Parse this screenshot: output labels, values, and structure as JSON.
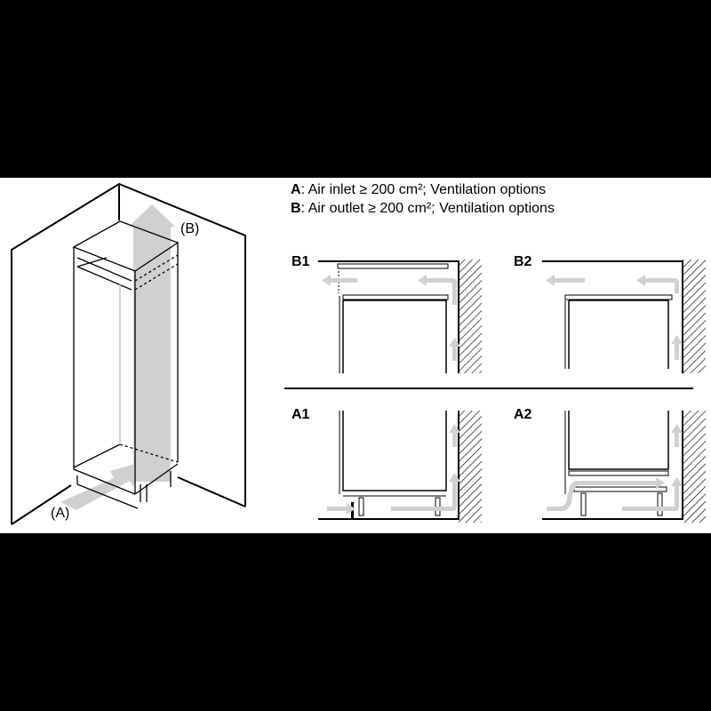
{
  "legend": [
    {
      "key": "A",
      "text": ": Air inlet ≥ 200 cm²; Ventilation options"
    },
    {
      "key": "B",
      "text": ": Air outlet ≥ 200 cm²; Ventilation options"
    }
  ],
  "cabinet_labels": {
    "outlet": "(B)",
    "inlet": "(A)"
  },
  "panels": {
    "b1": "B1",
    "b2": "B2",
    "a1": "A1",
    "a2": "A2"
  },
  "colors": {
    "arrow": "#d0d0d0",
    "line": "#000000",
    "background": "#ffffff",
    "frame": "#000000"
  }
}
